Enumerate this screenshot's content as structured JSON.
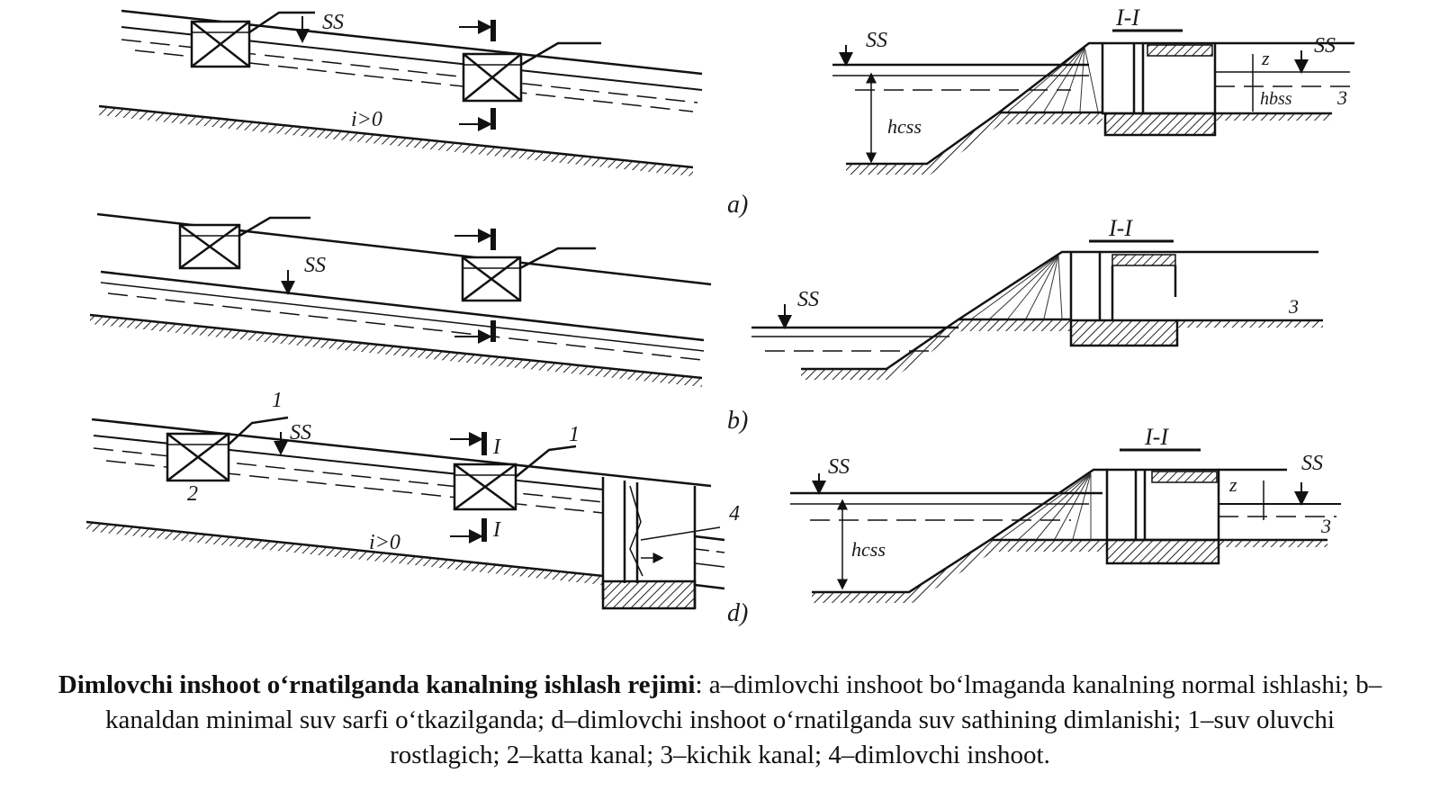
{
  "labels": {
    "water_level": "SS",
    "section": "I-I",
    "slope": "i>0",
    "depth": "hcss",
    "head": "z",
    "depth_small": "hbss",
    "mark1": "1",
    "mark2": "2",
    "mark3": "3",
    "mark4": "4",
    "sec_mark": "I",
    "panel_a": "a)",
    "panel_b": "b)",
    "panel_d": "d)"
  },
  "caption": {
    "title": "Dimlovchi inshoot o‘rnatilganda kanalning ishlash rejimi",
    "colon": ": ",
    "body": "a–dimlovchi inshoot bo‘lmaganda kanalning normal ishlashi; b–kanaldan minimal suv sarfi o‘tkazilganda; d–dimlovchi inshoot o‘rnatilganda suv sathining dimlanishi; 1–suv oluvchi rostlagich; 2–katta kanal; 3–kichik kanal; 4–dimlovchi inshoot."
  }
}
